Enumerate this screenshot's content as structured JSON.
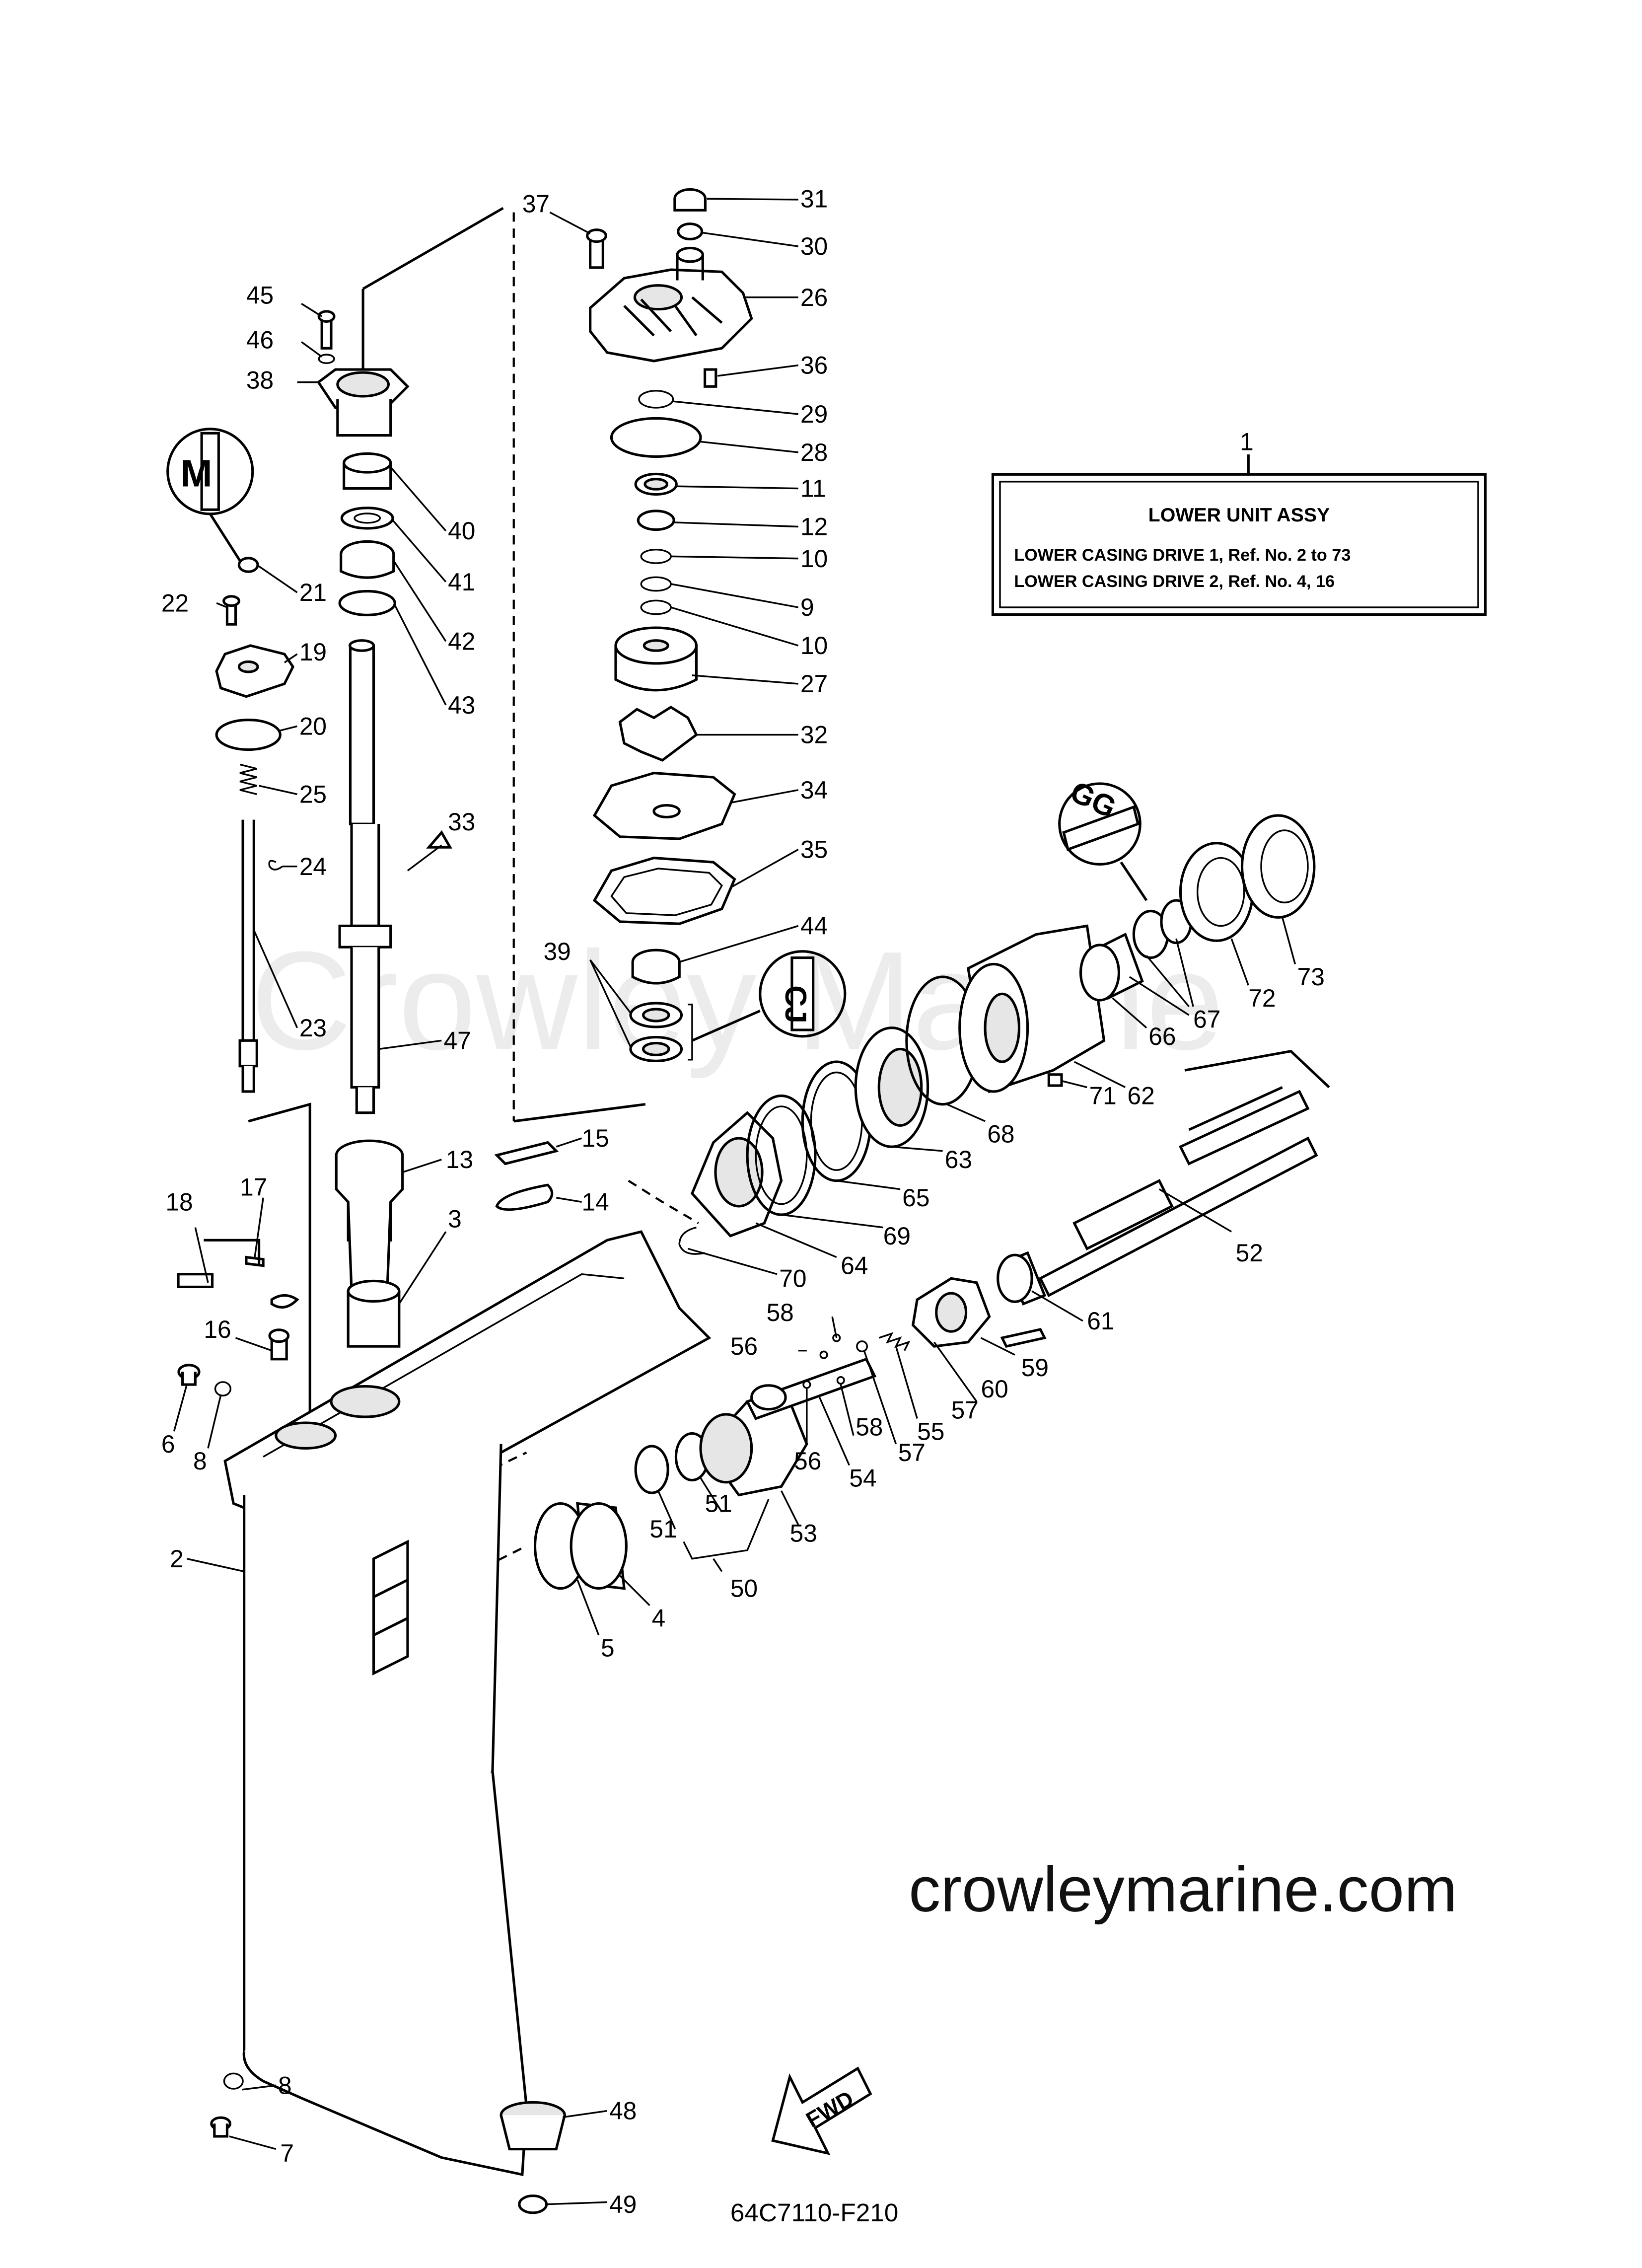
{
  "watermark": "Crowley Marine",
  "assembly_box": {
    "ref": "1",
    "title": "LOWER UNIT ASSY",
    "line1": "LOWER CASING DRIVE 1,  Ref. No. 2 to 73",
    "line2": "LOWER CASING DRIVE 2,  Ref. No. 4, 16"
  },
  "drawing_code": "64C7110-F210",
  "fwd_label": "FWD",
  "footer_url": "crowleymarine.com",
  "callouts": [
    {
      "id": "37",
      "text": "37"
    },
    {
      "id": "31",
      "text": "31"
    },
    {
      "id": "30",
      "text": "30"
    },
    {
      "id": "26",
      "text": "26"
    },
    {
      "id": "36",
      "text": "36"
    },
    {
      "id": "29",
      "text": "29"
    },
    {
      "id": "28",
      "text": "28"
    },
    {
      "id": "11",
      "text": "11"
    },
    {
      "id": "12",
      "text": "12"
    },
    {
      "id": "10a",
      "text": "10"
    },
    {
      "id": "9",
      "text": "9"
    },
    {
      "id": "10b",
      "text": "10"
    },
    {
      "id": "27",
      "text": "27"
    },
    {
      "id": "32",
      "text": "32"
    },
    {
      "id": "34",
      "text": "34"
    },
    {
      "id": "35",
      "text": "35"
    },
    {
      "id": "44",
      "text": "44"
    },
    {
      "id": "39",
      "text": "39"
    },
    {
      "id": "45",
      "text": "45"
    },
    {
      "id": "46",
      "text": "46"
    },
    {
      "id": "38",
      "text": "38"
    },
    {
      "id": "40",
      "text": "40"
    },
    {
      "id": "41",
      "text": "41"
    },
    {
      "id": "42",
      "text": "42"
    },
    {
      "id": "43",
      "text": "43"
    },
    {
      "id": "21",
      "text": "21"
    },
    {
      "id": "22",
      "text": "22"
    },
    {
      "id": "19",
      "text": "19"
    },
    {
      "id": "20",
      "text": "20"
    },
    {
      "id": "25",
      "text": "25"
    },
    {
      "id": "24",
      "text": "24"
    },
    {
      "id": "33",
      "text": "33"
    },
    {
      "id": "23",
      "text": "23"
    },
    {
      "id": "47",
      "text": "47"
    },
    {
      "id": "15",
      "text": "15"
    },
    {
      "id": "14",
      "text": "14"
    },
    {
      "id": "13",
      "text": "13"
    },
    {
      "id": "3",
      "text": "3"
    },
    {
      "id": "18",
      "text": "18"
    },
    {
      "id": "17",
      "text": "17"
    },
    {
      "id": "16",
      "text": "16"
    },
    {
      "id": "6",
      "text": "6"
    },
    {
      "id": "8a",
      "text": "8"
    },
    {
      "id": "2",
      "text": "2"
    },
    {
      "id": "8b",
      "text": "8"
    },
    {
      "id": "7",
      "text": "7"
    },
    {
      "id": "48",
      "text": "48"
    },
    {
      "id": "49",
      "text": "49"
    },
    {
      "id": "5",
      "text": "5"
    },
    {
      "id": "4",
      "text": "4"
    },
    {
      "id": "51a",
      "text": "51"
    },
    {
      "id": "51b",
      "text": "51"
    },
    {
      "id": "50",
      "text": "50"
    },
    {
      "id": "53",
      "text": "53"
    },
    {
      "id": "54",
      "text": "54"
    },
    {
      "id": "56a",
      "text": "56"
    },
    {
      "id": "58a",
      "text": "58"
    },
    {
      "id": "56b",
      "text": "56"
    },
    {
      "id": "58b",
      "text": "58"
    },
    {
      "id": "57a",
      "text": "57"
    },
    {
      "id": "55",
      "text": "55"
    },
    {
      "id": "57b",
      "text": "57"
    },
    {
      "id": "60",
      "text": "60"
    },
    {
      "id": "59",
      "text": "59"
    },
    {
      "id": "61",
      "text": "61"
    },
    {
      "id": "52",
      "text": "52"
    },
    {
      "id": "70",
      "text": "70"
    },
    {
      "id": "64",
      "text": "64"
    },
    {
      "id": "69",
      "text": "69"
    },
    {
      "id": "65",
      "text": "65"
    },
    {
      "id": "63",
      "text": "63"
    },
    {
      "id": "68",
      "text": "68"
    },
    {
      "id": "71",
      "text": "71"
    },
    {
      "id": "62",
      "text": "62"
    },
    {
      "id": "66",
      "text": "66"
    },
    {
      "id": "67",
      "text": "67"
    },
    {
      "id": "72",
      "text": "72"
    },
    {
      "id": "73",
      "text": "73"
    }
  ],
  "colors": {
    "line": "#000000",
    "watermark": "#ececec",
    "background": "#ffffff"
  }
}
